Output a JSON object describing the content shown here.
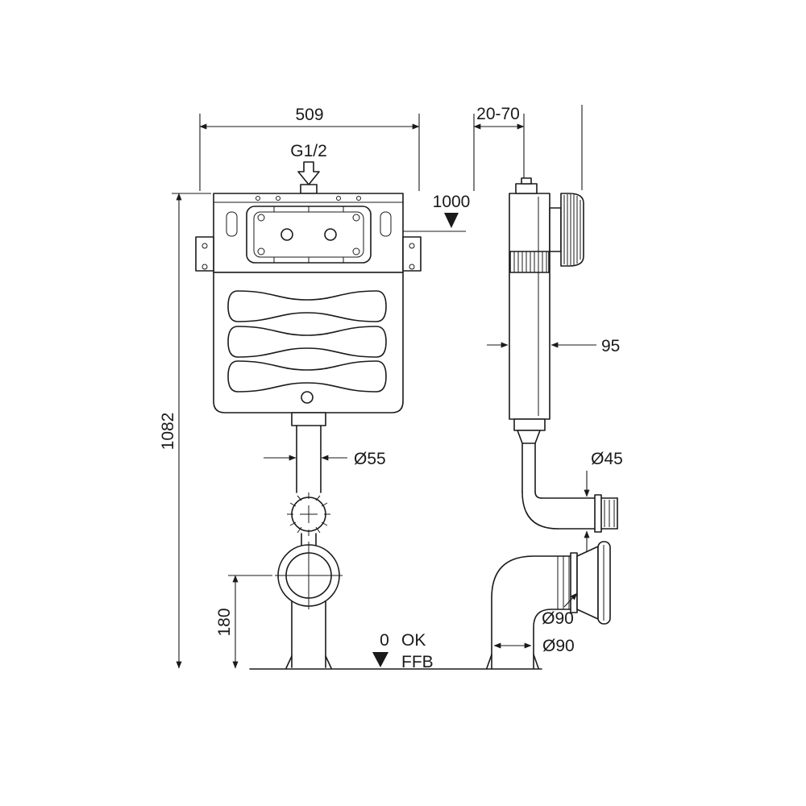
{
  "colors": {
    "background": "#ffffff",
    "line": "#1a1a1a"
  },
  "front": {
    "dim_width": "509",
    "inlet": "G1/2",
    "level": "1000",
    "height": "1082",
    "pipe_dia": "Ø55",
    "outlet_height": "180",
    "floor_zero": "0",
    "floor_ok": "OK",
    "floor_ffb": "FFB"
  },
  "side": {
    "wall_range": "20-70",
    "depth": "95",
    "elbow_dia": "Ø45",
    "socket_dia": "Ø90",
    "pipe_dia": "Ø90"
  }
}
